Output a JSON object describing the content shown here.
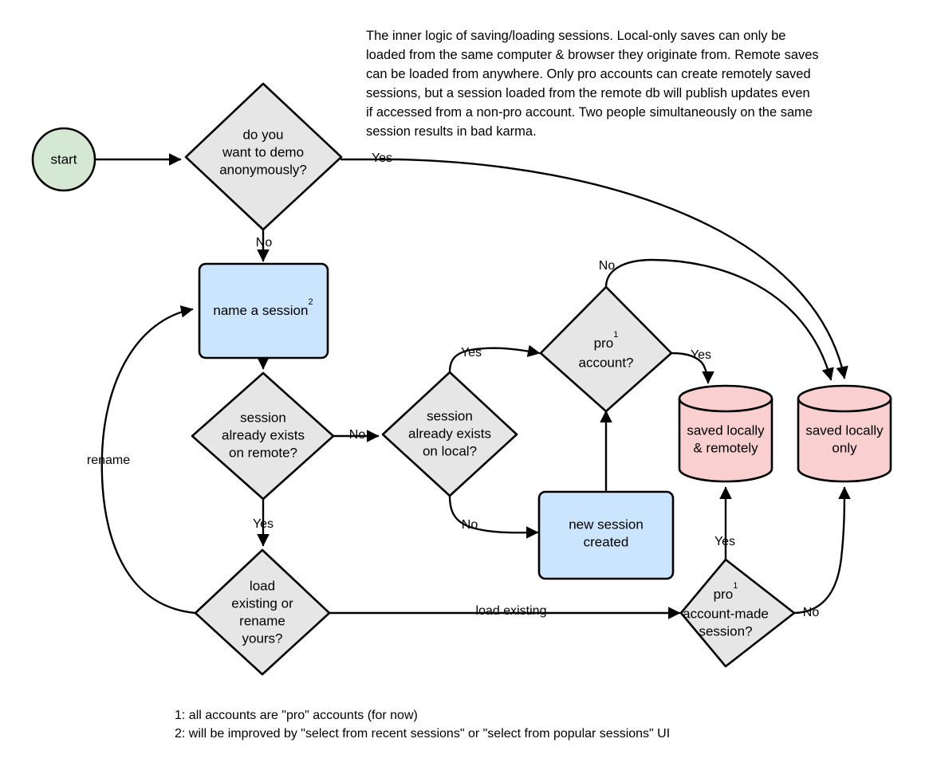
{
  "diagram": {
    "title_note": "The inner logic of saving/loading sessions. Local-only saves can only be loaded from the same computer & browser they originate from. Remote saves can be loaded from anywhere. Only pro accounts can create remotely saved sessions, but a session loaded from the remote db will publish updates even if accessed from a non-pro account. Two people simultaneously on the same session results in bad karma.",
    "description_lines": [
      "The inner logic of saving/loading sessions. Local-only saves can only be",
      "loaded from the same computer & browser they originate from. Remote saves",
      "can be loaded from anywhere. Only pro accounts can create remotely saved",
      "sessions, but a session loaded from the remote db will publish updates even",
      "if accessed from a non-pro account. Two people simultaneously on the same",
      "session results in bad karma."
    ],
    "footnotes": [
      "1: all accounts are \"pro\" accounts (for now)",
      "2: will be improved by \"select from recent sessions\" or \"select from popular sessions\" UI"
    ],
    "colors": {
      "start_fill": "#d5e8d4",
      "decision_fill": "#e6e6e6",
      "process_fill": "#cce5ff",
      "datastore_fill": "#f9cfcf",
      "stroke": "#000000",
      "background": "#ffffff"
    },
    "nodes": {
      "start": {
        "label": "start",
        "shape": "circle"
      },
      "demo_anon": {
        "line1": "do you",
        "line2": "want to demo",
        "line3": "anonymously?",
        "shape": "decision"
      },
      "name_session": {
        "text": "name a session",
        "sup": "2",
        "shape": "process"
      },
      "exists_remote": {
        "line1": "session",
        "line2": "already exists",
        "line3": "on remote?",
        "shape": "decision"
      },
      "exists_local": {
        "line1": "session",
        "line2": "already exists",
        "line3": "on local?",
        "shape": "decision"
      },
      "pro_account": {
        "line1": "pro",
        "sup": "1",
        "line2": "account?",
        "shape": "decision"
      },
      "new_session": {
        "line1": "new session",
        "line2": "created",
        "shape": "process"
      },
      "load_or_rename": {
        "line1": "load",
        "line2": "existing or",
        "line3": "rename",
        "line4": "yours?",
        "shape": "decision"
      },
      "pro_made_session": {
        "line1": "pro",
        "sup": "1",
        "line2": "account-made",
        "line3": "session?",
        "shape": "decision"
      },
      "saved_both": {
        "line1": "saved locally",
        "line2": "& remotely",
        "shape": "cylinder"
      },
      "saved_local_only": {
        "line1": "saved locally",
        "line2": "only",
        "shape": "cylinder"
      }
    },
    "edge_labels": {
      "demo_yes": "Yes",
      "demo_no": "No",
      "remote_no": "No",
      "remote_yes": "Yes",
      "local_yes": "Yes",
      "local_no": "No",
      "pro_no": "No",
      "pro_yes": "Yes",
      "rename": "rename",
      "load_existing": "load existing",
      "made_yes": "Yes",
      "made_no": "No"
    }
  }
}
